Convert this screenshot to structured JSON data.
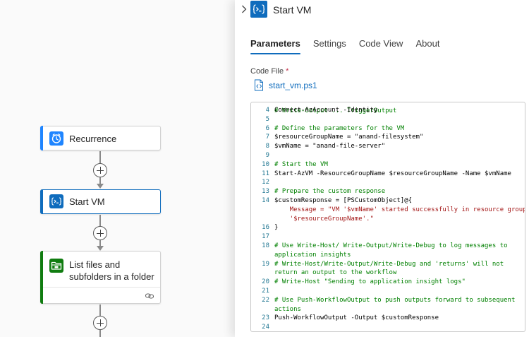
{
  "designer": {
    "steps": [
      {
        "label": "Recurrence",
        "icon": "clock-icon",
        "color": "#1f85ff"
      },
      {
        "label": "Start VM",
        "icon": "powershell-icon",
        "color": "#0f6cbd",
        "selected": true
      },
      {
        "label": "List files and subfolders in a folder",
        "icon": "folder-icon",
        "color": "#107c10"
      }
    ]
  },
  "panel": {
    "title": "Start VM",
    "tabs": [
      {
        "label": "Parameters",
        "active": true
      },
      {
        "label": "Settings"
      },
      {
        "label": "Code View"
      },
      {
        "label": "About"
      }
    ],
    "code_file_label": "Code File",
    "required_marker": "*",
    "file_name": "start_vm.ps1"
  },
  "editor": {
    "partial_top_line": "# Write-Output ... TriggerOutput",
    "lines": [
      {
        "n": "4",
        "text": "Connect-AzAccount -Identity"
      },
      {
        "n": "5",
        "text": ""
      },
      {
        "n": "6",
        "text": "# Define the parameters for the VM"
      },
      {
        "n": "7",
        "text": "$resourceGroupName = \"anand-filesystem\""
      },
      {
        "n": "8",
        "text": "$vmName = \"anand-file-server\""
      },
      {
        "n": "9",
        "text": ""
      },
      {
        "n": "10",
        "text": "# Start the VM"
      },
      {
        "n": "11",
        "text": "Start-AzVM -ResourceGroupName $resourceGroupName -Name $vmName"
      },
      {
        "n": "12",
        "text": ""
      },
      {
        "n": "13",
        "text": "# Prepare the custom response"
      },
      {
        "n": "14",
        "text": "$customResponse = [PSCustomObject]@{"
      },
      {
        "n": "",
        "text": "    Message = \"VM '$vmName' started successfully in resource group"
      },
      {
        "n": "",
        "text": "    '$resourceGroupName'.\""
      },
      {
        "n": "16",
        "text": "}"
      },
      {
        "n": "17",
        "text": ""
      },
      {
        "n": "18",
        "text": "# Use Write-Host/ Write-Output/Write-Debug to log messages to"
      },
      {
        "n": "",
        "text": "application insights"
      },
      {
        "n": "19",
        "text": "# Write-Host/Write-Output/Write-Debug and 'returns' will not"
      },
      {
        "n": "",
        "text": "return an output to the workflow"
      },
      {
        "n": "20",
        "text": "# Write-Host \"Sending to application insight logs\""
      },
      {
        "n": "21",
        "text": ""
      },
      {
        "n": "22",
        "text": "# Use Push-WorkflowOutput to push outputs forward to subsequent"
      },
      {
        "n": "",
        "text": "actions"
      },
      {
        "n": "23",
        "text": "Push-WorkflowOutput -Output $customResponse"
      },
      {
        "n": "24",
        "text": ""
      }
    ]
  }
}
